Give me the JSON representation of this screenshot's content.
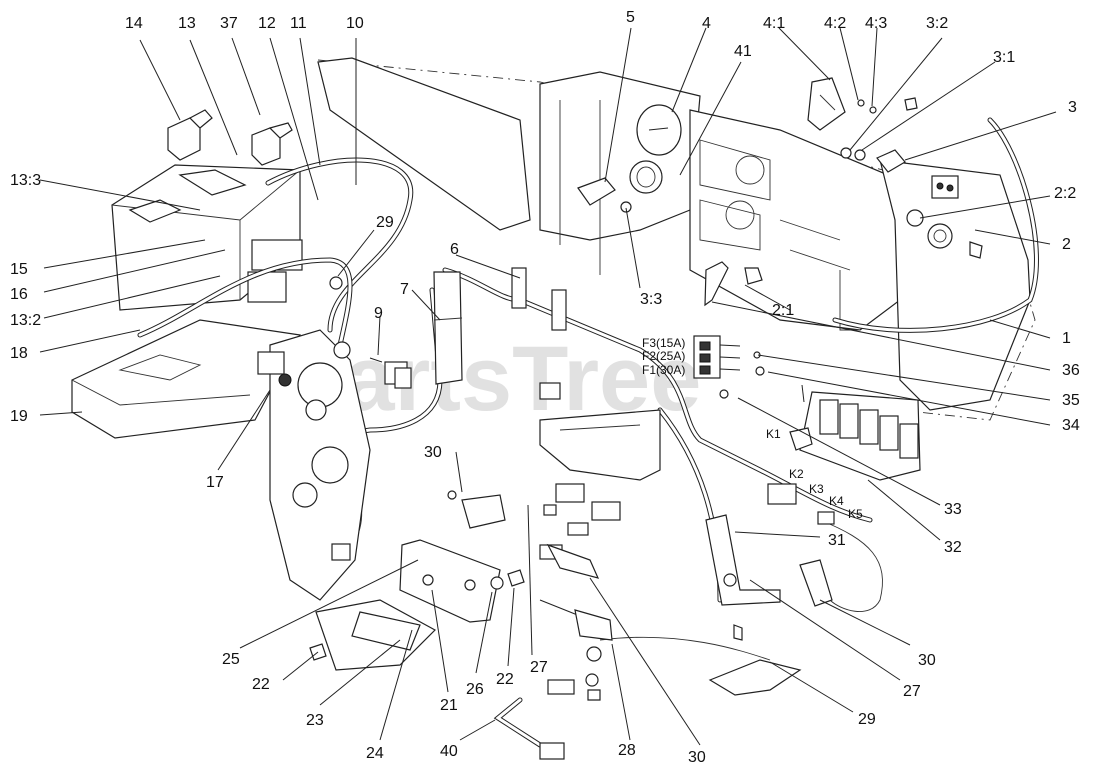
{
  "watermark": "PartsTree",
  "callouts": [
    {
      "id": "c-14",
      "text": "14"
    },
    {
      "id": "c-13",
      "text": "13"
    },
    {
      "id": "c-37",
      "text": "37"
    },
    {
      "id": "c-12",
      "text": "12"
    },
    {
      "id": "c-11",
      "text": "11"
    },
    {
      "id": "c-10",
      "text": "10"
    },
    {
      "id": "c-5",
      "text": "5"
    },
    {
      "id": "c-4",
      "text": "4"
    },
    {
      "id": "c-41",
      "text": "41"
    },
    {
      "id": "c-4-1",
      "text": "4:1"
    },
    {
      "id": "c-4-2",
      "text": "4:2"
    },
    {
      "id": "c-4-3",
      "text": "4:3"
    },
    {
      "id": "c-3-2",
      "text": "3:2"
    },
    {
      "id": "c-3-1",
      "text": "3:1"
    },
    {
      "id": "c-3",
      "text": "3"
    },
    {
      "id": "c-2-2",
      "text": "2:2"
    },
    {
      "id": "c-2",
      "text": "2"
    },
    {
      "id": "c-13-3",
      "text": "13:3"
    },
    {
      "id": "c-29a",
      "text": "29"
    },
    {
      "id": "c-15",
      "text": "15"
    },
    {
      "id": "c-16",
      "text": "16"
    },
    {
      "id": "c-13-2",
      "text": "13:2"
    },
    {
      "id": "c-18",
      "text": "18"
    },
    {
      "id": "c-19",
      "text": "19"
    },
    {
      "id": "c-6",
      "text": "6"
    },
    {
      "id": "c-7",
      "text": "7"
    },
    {
      "id": "c-9",
      "text": "9"
    },
    {
      "id": "c-3-3",
      "text": "3:3"
    },
    {
      "id": "c-2-1",
      "text": "2:1"
    },
    {
      "id": "c-1",
      "text": "1"
    },
    {
      "id": "c-36",
      "text": "36"
    },
    {
      "id": "c-35",
      "text": "35"
    },
    {
      "id": "c-34",
      "text": "34"
    },
    {
      "id": "c-17",
      "text": "17"
    },
    {
      "id": "c-30a",
      "text": "30"
    },
    {
      "id": "c-33",
      "text": "33"
    },
    {
      "id": "c-32",
      "text": "32"
    },
    {
      "id": "c-31",
      "text": "31"
    },
    {
      "id": "c-30b",
      "text": "30"
    },
    {
      "id": "c-25",
      "text": "25"
    },
    {
      "id": "c-27a",
      "text": "27"
    },
    {
      "id": "c-22a",
      "text": "22"
    },
    {
      "id": "c-26",
      "text": "26"
    },
    {
      "id": "c-22b",
      "text": "22"
    },
    {
      "id": "c-21",
      "text": "21"
    },
    {
      "id": "c-23",
      "text": "23"
    },
    {
      "id": "c-24",
      "text": "24"
    },
    {
      "id": "c-27b",
      "text": "27"
    },
    {
      "id": "c-29b",
      "text": "29"
    },
    {
      "id": "c-28",
      "text": "28"
    },
    {
      "id": "c-30c",
      "text": "30"
    },
    {
      "id": "c-40",
      "text": "40"
    }
  ],
  "fuses": [
    {
      "id": "f3",
      "text": "F3(15A)"
    },
    {
      "id": "f2",
      "text": "F2(25A)"
    },
    {
      "id": "f1",
      "text": "F1(30A)"
    }
  ],
  "relays": [
    {
      "id": "k1",
      "text": "K1"
    },
    {
      "id": "k2",
      "text": "K2"
    },
    {
      "id": "k3",
      "text": "K3"
    },
    {
      "id": "k4",
      "text": "K4"
    },
    {
      "id": "k5",
      "text": "K5"
    }
  ]
}
